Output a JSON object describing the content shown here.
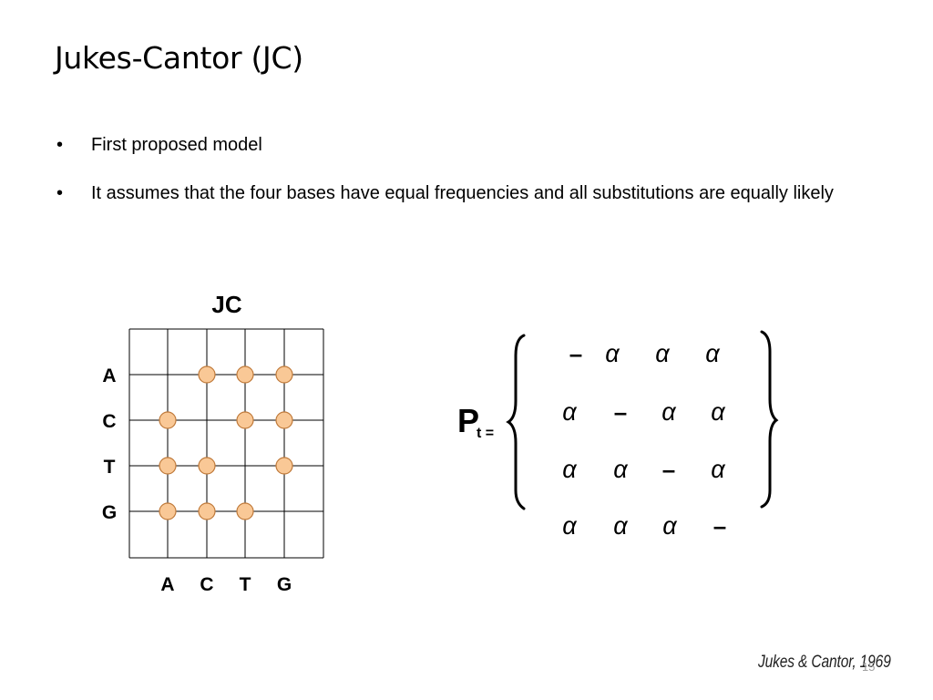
{
  "slide": {
    "title": "Jukes-Cantor (JC)",
    "bullets": [
      "First proposed model",
      "It assumes that the four bases have equal frequencies and all substitutions are equally likely"
    ],
    "credit": "Jukes & Cantor, 1969",
    "slide_number": "15"
  },
  "grid_diagram": {
    "heading": "JC",
    "row_labels": [
      "A",
      "C",
      "T",
      "G"
    ],
    "column_labels": [
      "A",
      "C",
      "T",
      "G"
    ],
    "substitutions": [
      [
        false,
        true,
        true,
        true
      ],
      [
        true,
        false,
        true,
        true
      ],
      [
        true,
        true,
        false,
        true
      ],
      [
        true,
        true,
        true,
        false
      ]
    ],
    "dot_color": "#f9c896",
    "dot_stroke": "#c07a3a"
  },
  "matrix": {
    "symbol": "P",
    "subscript": "t =",
    "rows": [
      [
        "–",
        "α",
        "α",
        "α"
      ],
      [
        "α",
        "–",
        "α",
        "α"
      ],
      [
        "α",
        "α",
        "–",
        "α"
      ],
      [
        "α",
        "α",
        "α",
        "–"
      ]
    ]
  }
}
